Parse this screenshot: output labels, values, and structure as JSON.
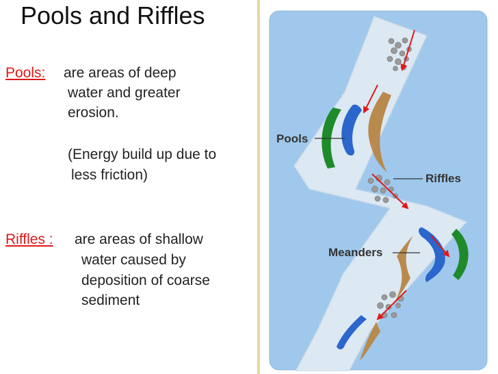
{
  "slide": {
    "title": "Pools and Riffles",
    "pools_term": "Pools:",
    "pools_line1": "are areas of deep",
    "pools_line2": "water and greater",
    "pools_line3": "erosion.",
    "pools_note1": "(Energy build up due to",
    "pools_note2": "less friction)",
    "riffles_term": "Riffles :",
    "riffles_line1": "are areas of shallow",
    "riffles_line2": "water caused by",
    "riffles_line3": "deposition of coarse",
    "riffles_line4": "sediment"
  },
  "diagram": {
    "labels": {
      "pools": "Pools",
      "riffles": "Riffles",
      "meanders": "Meanders"
    },
    "colors": {
      "background": "#9fc8ec",
      "channel": "#dce8f2",
      "pool": "#2b66cc",
      "bank": "#1f8a2a",
      "point_bar": "#b98a4e",
      "arrow": "#e01818"
    }
  }
}
